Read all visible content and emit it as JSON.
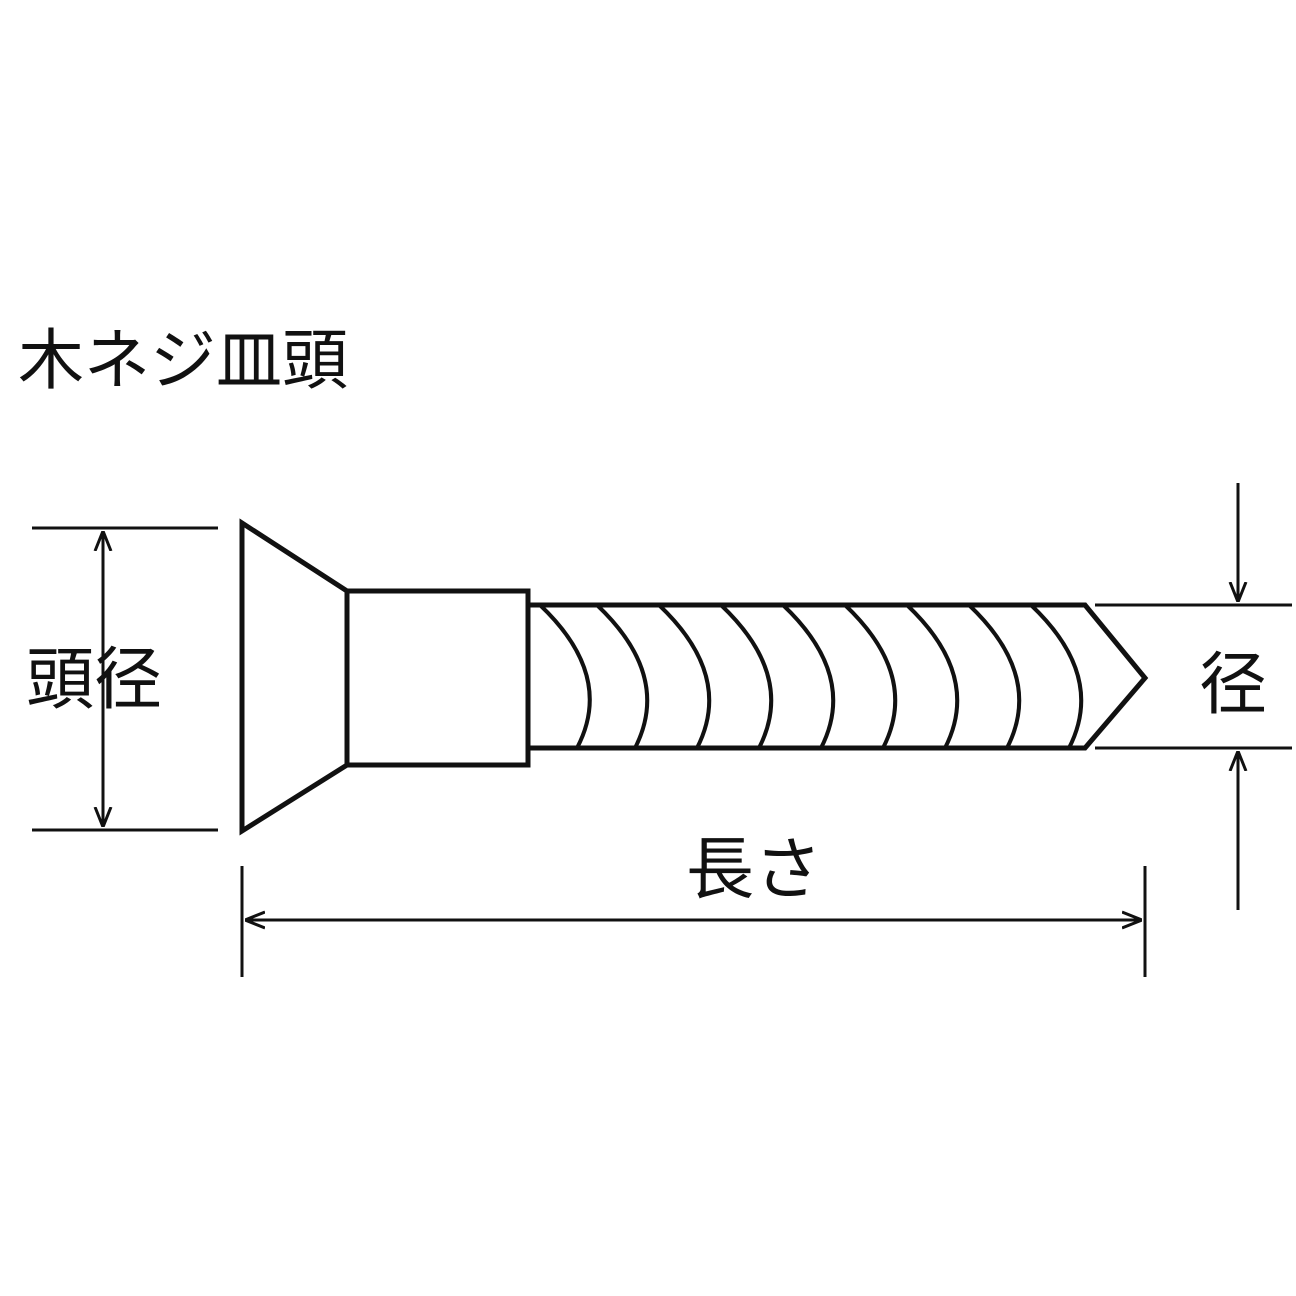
{
  "title": "木ネジ皿頭",
  "labels": {
    "head_diameter": "頭径",
    "length": "長さ",
    "diameter": "径"
  },
  "colors": {
    "line": "#111111",
    "background": "#ffffff"
  }
}
